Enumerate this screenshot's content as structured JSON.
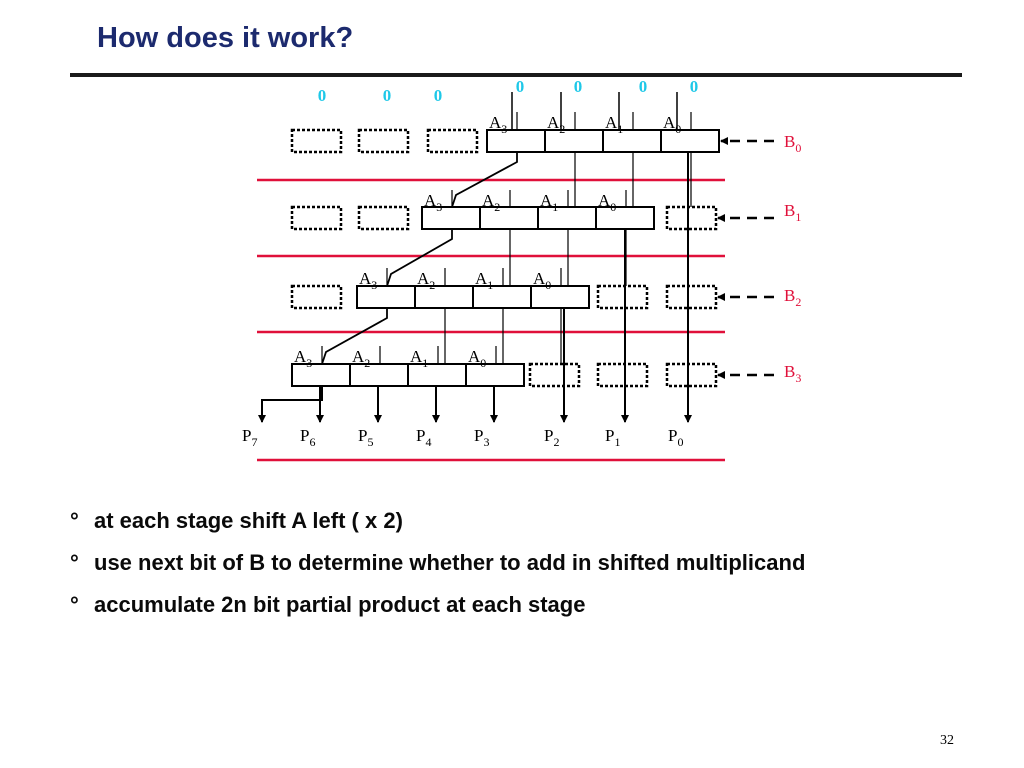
{
  "slide": {
    "title": "How does it work?",
    "page_number": "32"
  },
  "diagram": {
    "carry_in_zeros": [
      "0",
      "0",
      "0",
      "0",
      "0",
      "0",
      "0"
    ],
    "stages": [
      {
        "b_label": "B",
        "b_sub": "0",
        "a_cells": [
          {
            "letter": "A",
            "sub": "3"
          },
          {
            "letter": "A",
            "sub": "2"
          },
          {
            "letter": "A",
            "sub": "1"
          },
          {
            "letter": "A",
            "sub": "0"
          }
        ]
      },
      {
        "b_label": "B",
        "b_sub": "1",
        "a_cells": [
          {
            "letter": "A",
            "sub": "3"
          },
          {
            "letter": "A",
            "sub": "2"
          },
          {
            "letter": "A",
            "sub": "1"
          },
          {
            "letter": "A",
            "sub": "0"
          }
        ]
      },
      {
        "b_label": "B",
        "b_sub": "2",
        "a_cells": [
          {
            "letter": "A",
            "sub": "3"
          },
          {
            "letter": "A",
            "sub": "2"
          },
          {
            "letter": "A",
            "sub": "1"
          },
          {
            "letter": "A",
            "sub": "0"
          }
        ]
      },
      {
        "b_label": "B",
        "b_sub": "3",
        "a_cells": [
          {
            "letter": "A",
            "sub": "3"
          },
          {
            "letter": "A",
            "sub": "2"
          },
          {
            "letter": "A",
            "sub": "1"
          },
          {
            "letter": "A",
            "sub": "0"
          }
        ]
      }
    ],
    "outputs": [
      {
        "letter": "P",
        "sub": "7"
      },
      {
        "letter": "P",
        "sub": "6"
      },
      {
        "letter": "P",
        "sub": "5"
      },
      {
        "letter": "P",
        "sub": "4"
      },
      {
        "letter": "P",
        "sub": "3"
      },
      {
        "letter": "P",
        "sub": "2"
      },
      {
        "letter": "P",
        "sub": "1"
      },
      {
        "letter": "P",
        "sub": "0"
      }
    ],
    "colors": {
      "zero_text": "#1ec8e8",
      "b_label": "#e0103a",
      "separator": "#e0103a",
      "lines": "#000000"
    }
  },
  "bullets": [
    {
      "mark": "°",
      "text": "at each stage shift A left ( x 2)"
    },
    {
      "mark": "°",
      "text": "use next bit of B to determine whether to add in shifted multiplicand"
    },
    {
      "mark": "°",
      "text": "accumulate 2n bit partial product at each stage"
    }
  ]
}
